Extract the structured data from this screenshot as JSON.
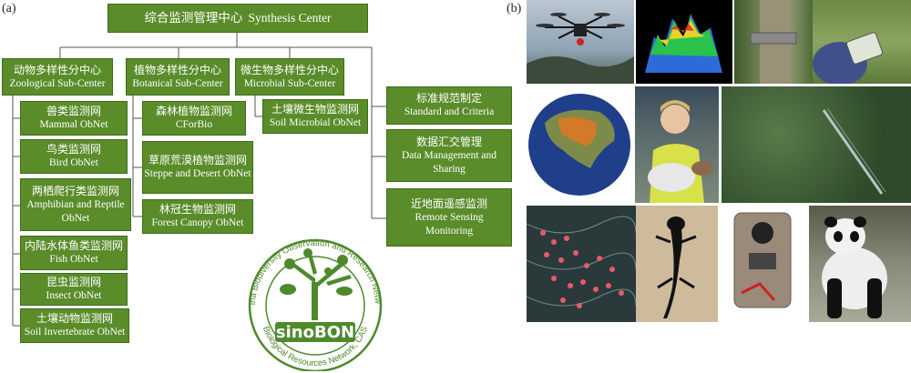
{
  "panel_a": "(a)",
  "panel_b": "(b)",
  "center": {
    "zh": "综合监测管理中心",
    "en": "Synthesis Center"
  },
  "subcenters": [
    {
      "zh": "动物多样性分中心",
      "en": "Zoological Sub-Center"
    },
    {
      "zh": "植物多样性分中心",
      "en": "Botanical Sub-Center"
    },
    {
      "zh": "微生物多样性分中心",
      "en": "Microbial Sub-Center"
    }
  ],
  "zoo_nets": [
    {
      "zh": "兽类监测网",
      "en": "Mammal ObNet"
    },
    {
      "zh": "鸟类监测网",
      "en": "Bird ObNet"
    },
    {
      "zh": "两栖爬行类监测网",
      "en": "Amphibian and Reptile ObNet"
    },
    {
      "zh": "内陆水体鱼类监测网",
      "en": "Fish ObNet"
    },
    {
      "zh": "昆虫监测网",
      "en": "Insect ObNet"
    },
    {
      "zh": "土壤动物监测网",
      "en": "Soil Invertebrate ObNet"
    }
  ],
  "bot_nets": [
    {
      "zh": "森林植物监测网",
      "en": "CForBio"
    },
    {
      "zh": "草原荒漠植物监测网",
      "en": "Steppe and Desert ObNet"
    },
    {
      "zh": "林冠生物监测网",
      "en": "Forest Canopy ObNet"
    }
  ],
  "mic_nets": [
    {
      "zh": "土壤微生物监测网",
      "en": "Soil Microbial ObNet"
    }
  ],
  "services": [
    {
      "zh": "标准规范制定",
      "en": "Standard and Criteria"
    },
    {
      "zh": "数据汇交管理",
      "en": "Data Management and Sharing"
    },
    {
      "zh": "近地面遥感监测",
      "en": "Remote Sensing Monitoring"
    }
  ],
  "logo": {
    "ring_top": "China Biodiversity Observation and Research Network",
    "ring_bottom": "Biological Resources Network, CAS",
    "name": "sinoBON"
  },
  "colors": {
    "box": "#5a8c2a",
    "line": "#555555",
    "logo": "#4e8a2c"
  }
}
